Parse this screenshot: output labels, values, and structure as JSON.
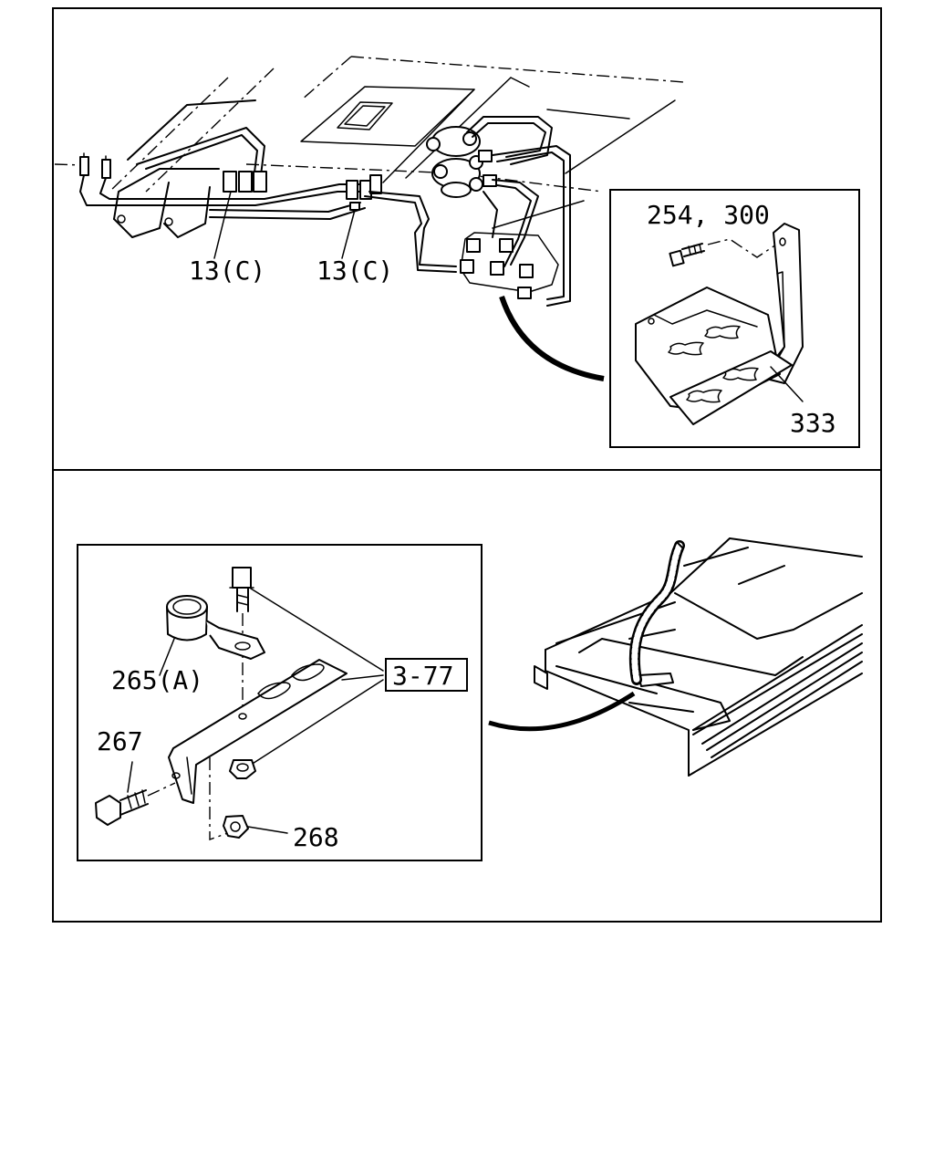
{
  "top_panel": {
    "labels": {
      "clip_left": "13(C)",
      "clip_right": "13(C)"
    },
    "inset": {
      "bolt_label": "254, 300",
      "bracket_label": "333"
    }
  },
  "bottom_panel": {
    "inset": {
      "clamp_label": "265(A)",
      "bolt_label": "267",
      "nut_label": "268",
      "ref_box": "3-77"
    }
  }
}
